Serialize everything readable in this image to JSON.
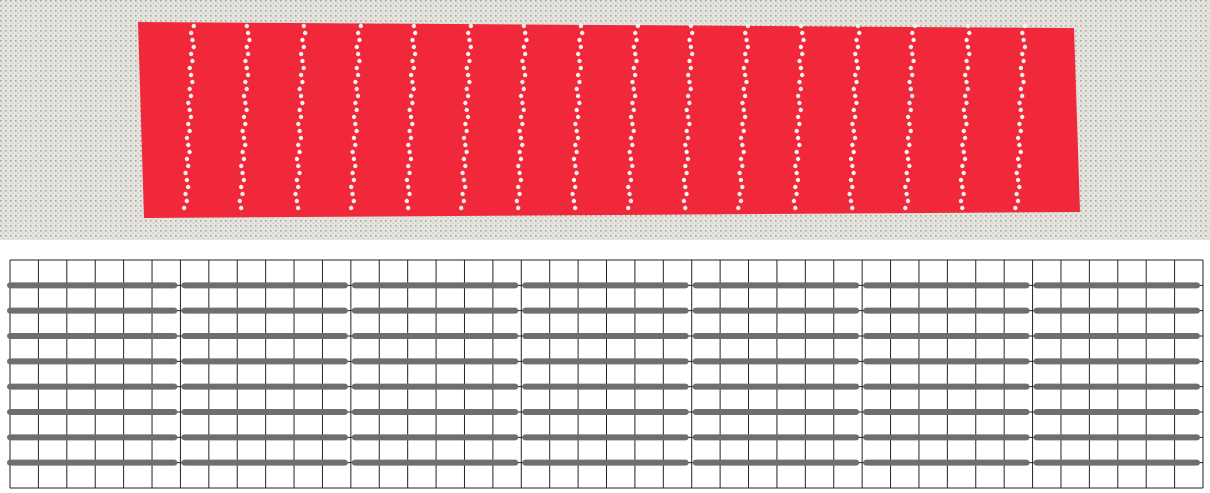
{
  "colors": {
    "fabric": "#e6e4df",
    "fabric_thread": "#a8a69f",
    "embroidery": "#f0283a",
    "fabric_hole": "#f4f2ee",
    "grid_line": "#222222",
    "stitch": "#6e6e6e",
    "background": "#ffffff"
  },
  "photo": {
    "stitched_bands": 17
  },
  "diagram": {
    "blocks": 7,
    "columns_per_block": 6,
    "stitch_rows": 8,
    "grid_rows": 9
  }
}
